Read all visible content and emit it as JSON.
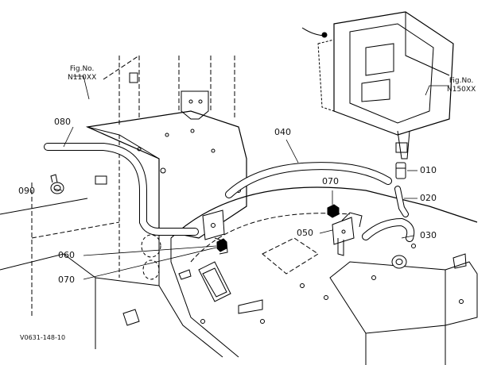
{
  "figure_refs": [
    {
      "line1": "Fig.No.",
      "line2": "N110XX"
    },
    {
      "line1": "Fig.No.",
      "line2": "N150XX"
    }
  ],
  "parts": {
    "p080": "080",
    "p040": "040",
    "p010": "010",
    "p070_top": "070",
    "p020": "020",
    "p090": "090",
    "p050": "050",
    "p030": "030",
    "p060": "060",
    "p070_bottom": "070"
  },
  "figure_code": "V0631-148-10"
}
